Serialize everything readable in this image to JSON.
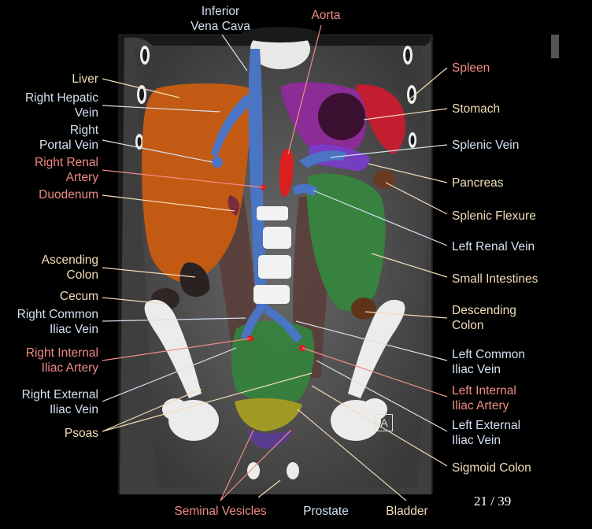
{
  "colors": {
    "arteries": "#f08c84",
    "veins": "#d2e0f0",
    "viscera": "#f4dcb8",
    "liver_fill": "#c25a14",
    "vena_fill": "#4a74c4",
    "aorta_fill": "#dc1e1e",
    "spleen_fill": "#c21e30",
    "stomach_fill": "#8c2c96",
    "intestine_fill": "#36823e",
    "bladder_fill": "#a09a24"
  },
  "labels": {
    "inferior_vena_cava": "Inferior\nVena Cava",
    "aorta": "Aorta",
    "liver": "Liver",
    "right_hepatic_vein": "Right Hepatic\nVein",
    "right_portal_vein": "Right\nPortal Vein",
    "right_renal_artery": "Right Renal\nArtery",
    "duodenum": "Duodenum",
    "ascending_colon": "Ascending\nColon",
    "cecum": "Cecum",
    "right_common_iliac_vein": "Right Common\nIliac Vein",
    "right_internal_iliac_artery": "Right Internal\nIliac Artery",
    "right_external_iliac_vein": "Right External\nIliac Vein",
    "psoas": "Psoas",
    "spleen": "Spleen",
    "stomach": "Stomach",
    "splenic_vein": "Splenic Vein",
    "pancreas": "Pancreas",
    "splenic_flexure": "Splenic Flexure",
    "left_renal_vein": "Left Renal Vein",
    "small_intestines": "Small Intestines",
    "descending_colon": "Descending\nColon",
    "left_common_iliac_vein": "Left Common\nIliac Vein",
    "left_internal_iliac_artery": "Left Internal\nIliac Artery",
    "left_external_iliac_vein": "Left External\nIliac Vein",
    "sigmoid_colon": "Sigmoid Colon",
    "seminal_vesicles": "Seminal Vesicles",
    "prostate": "Prostate",
    "bladder": "Bladder"
  },
  "page_indicator": "21 / 39",
  "orientation_marker": "A"
}
